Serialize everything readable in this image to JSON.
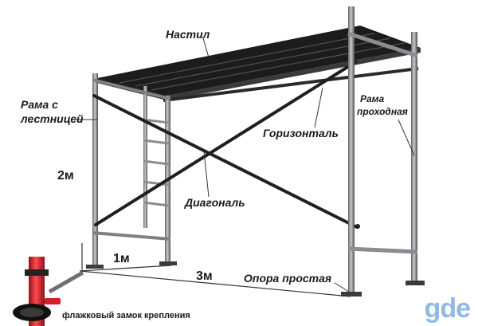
{
  "labels": {
    "nastil": "Настил",
    "frame_ladder_1": "Рама с",
    "frame_ladder_2": "лестницей",
    "frame_pass_1": "Рама",
    "frame_pass_2": "проходная",
    "horizontal": "Горизонталь",
    "diagonal": "Диагональ",
    "support": "Опора простая",
    "lock": "флажковый замок крепления"
  },
  "dimensions": {
    "height": "2м",
    "width": "1м",
    "length": "3м"
  },
  "watermark": "gde",
  "colors": {
    "steel": "#8a8d91",
    "steel_dark": "#2a2a2a",
    "deck": "#1c1c1c",
    "lock_red": "#d01f2a",
    "watermark": "#8fb9e6"
  }
}
